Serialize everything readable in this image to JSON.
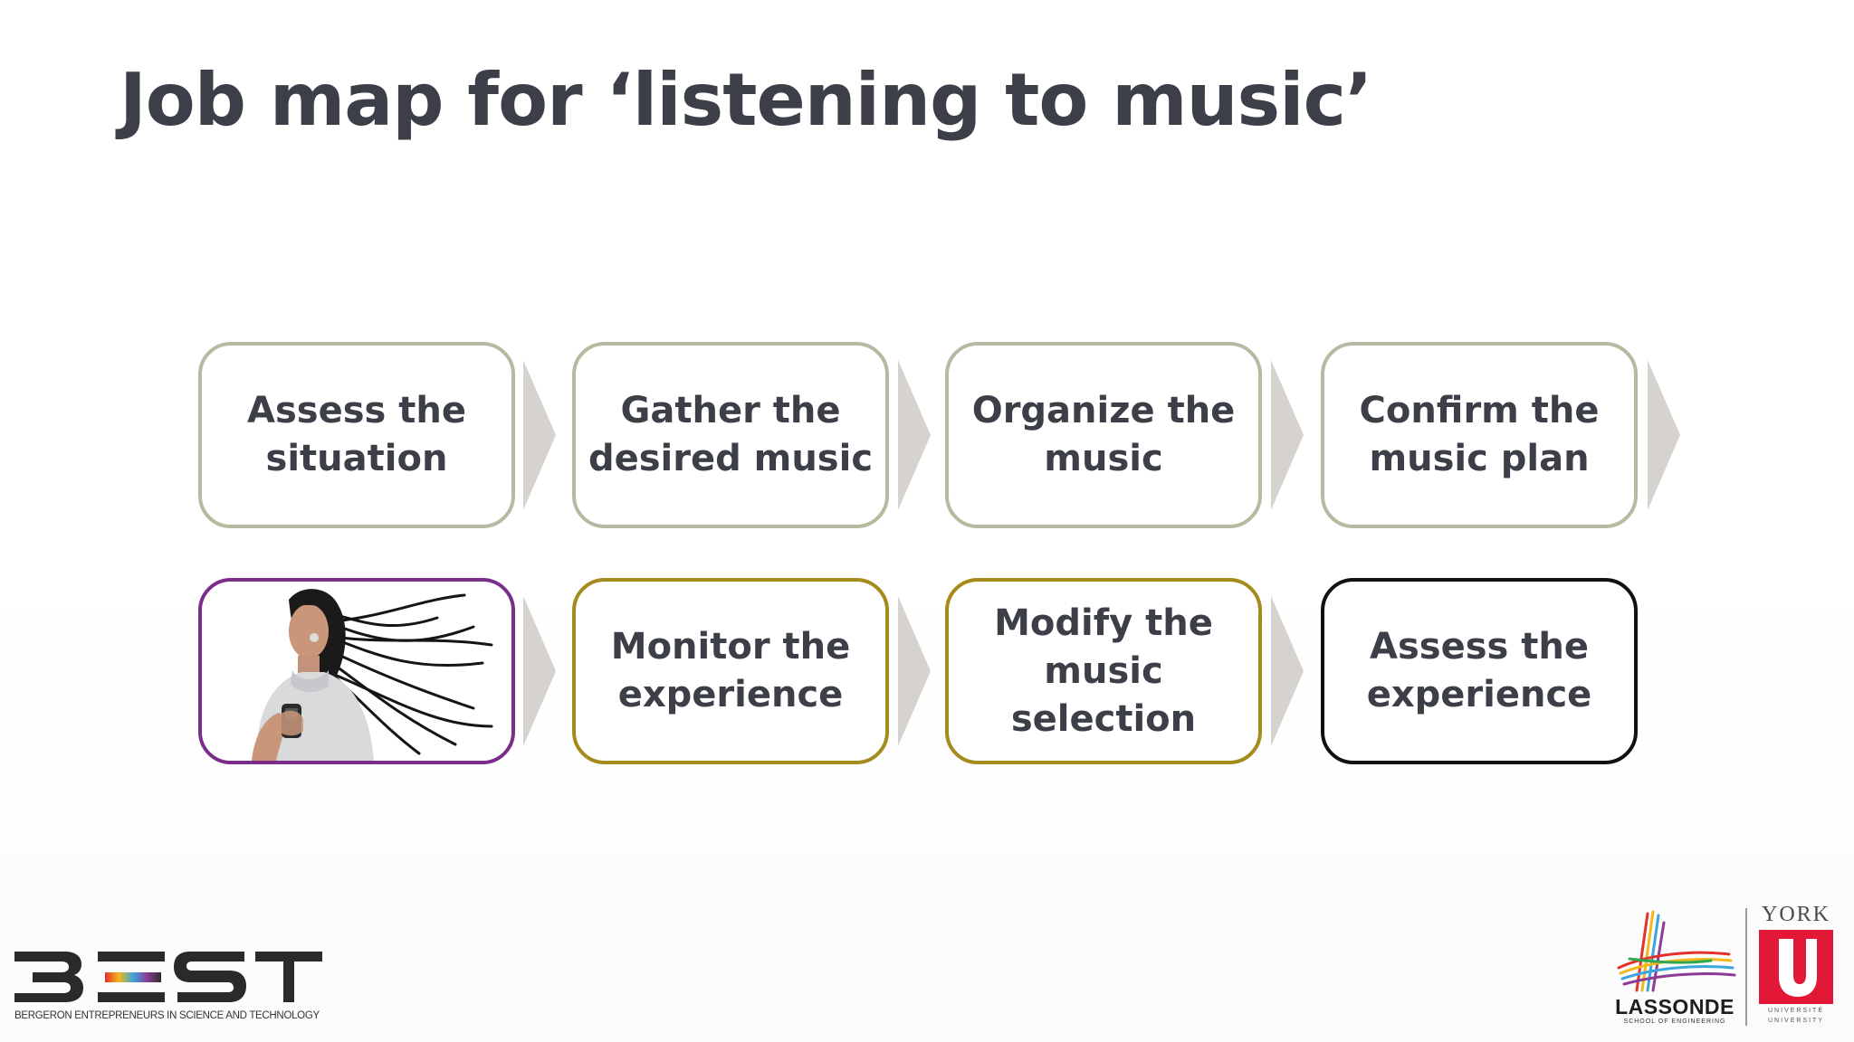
{
  "slide": {
    "title": "Job map for ‘listening to music’"
  },
  "steps_row1": [
    {
      "label_line1": "Assess the",
      "label_line2": "situation"
    },
    {
      "label_line1": "Gather the",
      "label_line2": "desired music"
    },
    {
      "label_line1": "Organize the",
      "label_line2": "music"
    },
    {
      "label_line1": "Confirm the",
      "label_line2": "music plan"
    }
  ],
  "steps_row2": [
    {
      "image": "woman-listening-to-music-photo"
    },
    {
      "label_line1": "Monitor the",
      "label_line2": "experience"
    },
    {
      "label_line1": "Modify the",
      "label_line2": "music",
      "label_line3": "selection"
    },
    {
      "label_line1": "Assess the",
      "label_line2": "experience"
    }
  ],
  "logos": {
    "best_caption": "BERGERON ENTREPRENEURS IN SCIENCE AND TECHNOLOGY",
    "lassonde_name": "LASSONDE",
    "lassonde_sub": "SCHOOL OF ENGINEERING",
    "york_name": "YORK",
    "york_sub_line1": "UNIVERSITÉ",
    "york_sub_line2": "UNIVERSITY"
  },
  "colors": {
    "title": "#3d3f48",
    "border_gray": "#b9b9a1",
    "border_gold": "#a58a1c",
    "border_black": "#111111",
    "border_purple": "#7b2d8a",
    "chevron": "#d6d3cf",
    "york_red": "#e31837"
  }
}
